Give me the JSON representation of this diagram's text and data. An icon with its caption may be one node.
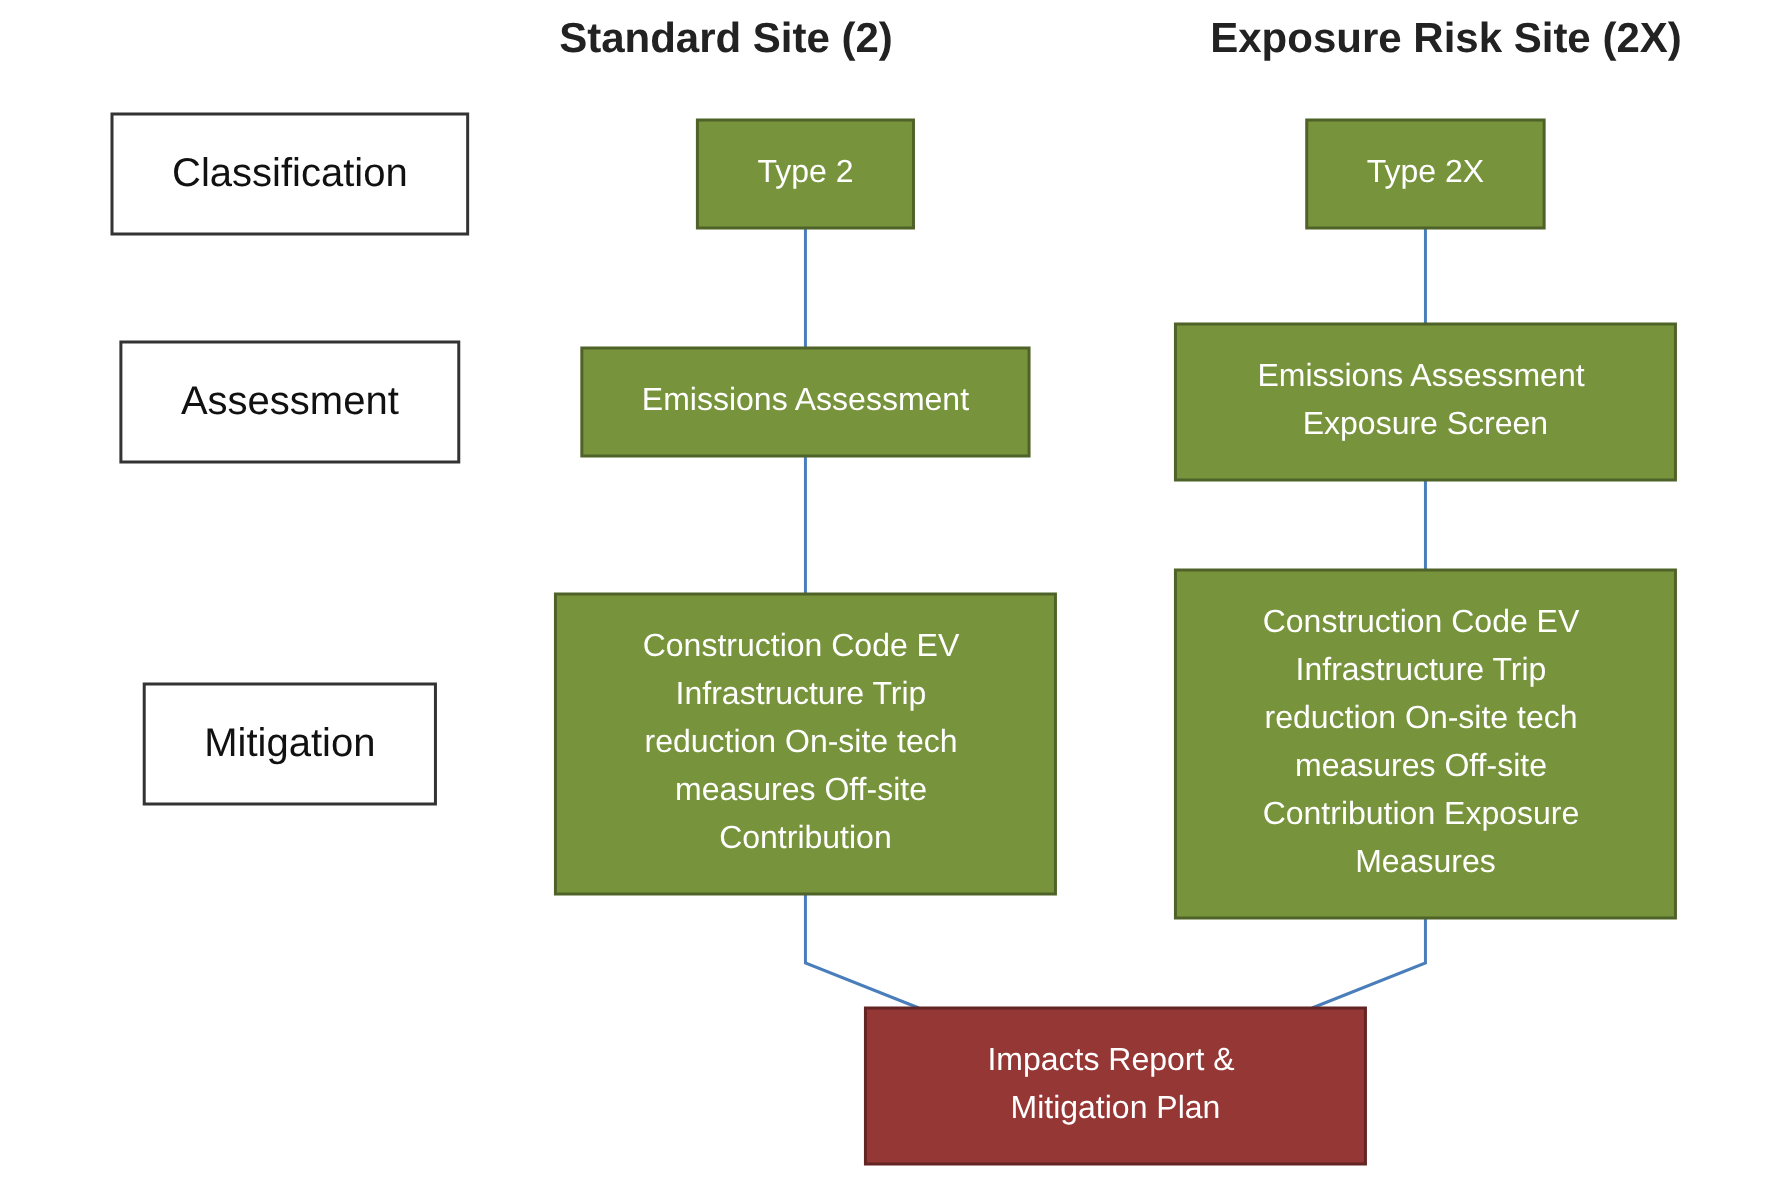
{
  "diagram": {
    "nodes": [
      {
        "text": [
          "Classification"
        ]
      },
      {
        "text": [
          "Type 2"
        ]
      },
      {
        "text": [
          "Type 2X"
        ]
      },
      {
        "text": [
          "Assessment"
        ]
      },
      {
        "text": [
          "Emissions Assessment"
        ]
      },
      {
        "text": [
          "Emissions Assessment Exposure Screen"
        ]
      },
      {
        "text": [
          "Mitigation"
        ]
      },
      {
        "text": [
          "Construction Code EV Infrastructure Trip reduction On-site tech measures Off-site Contribution"
        ]
      },
      {
        "text": [
          "Construction Code EV Infrastructure Trip reduction On-site tech measures Off-site Contribution Exposure Measures"
        ]
      },
      {
        "text": [
          "Impacts Report & Mitigation Plan"
        ]
      }
    ],
    "edges": [
      {
        "from": 1,
        "to": 4,
        "arrow": "none"
      },
      {
        "from": 4,
        "to": 7,
        "arrow": "none"
      },
      {
        "from": 2,
        "to": 5,
        "arrow": "none"
      },
      {
        "from": 5,
        "to": 8,
        "arrow": "none"
      },
      {
        "from": 7,
        "to": 9,
        "arrow": "none"
      },
      {
        "from": 8,
        "to": 9,
        "arrow": "none"
      }
    ],
    "labels": [
      "Standard Site (2)",
      "Exposure Risk Site (2X)"
    ]
  }
}
